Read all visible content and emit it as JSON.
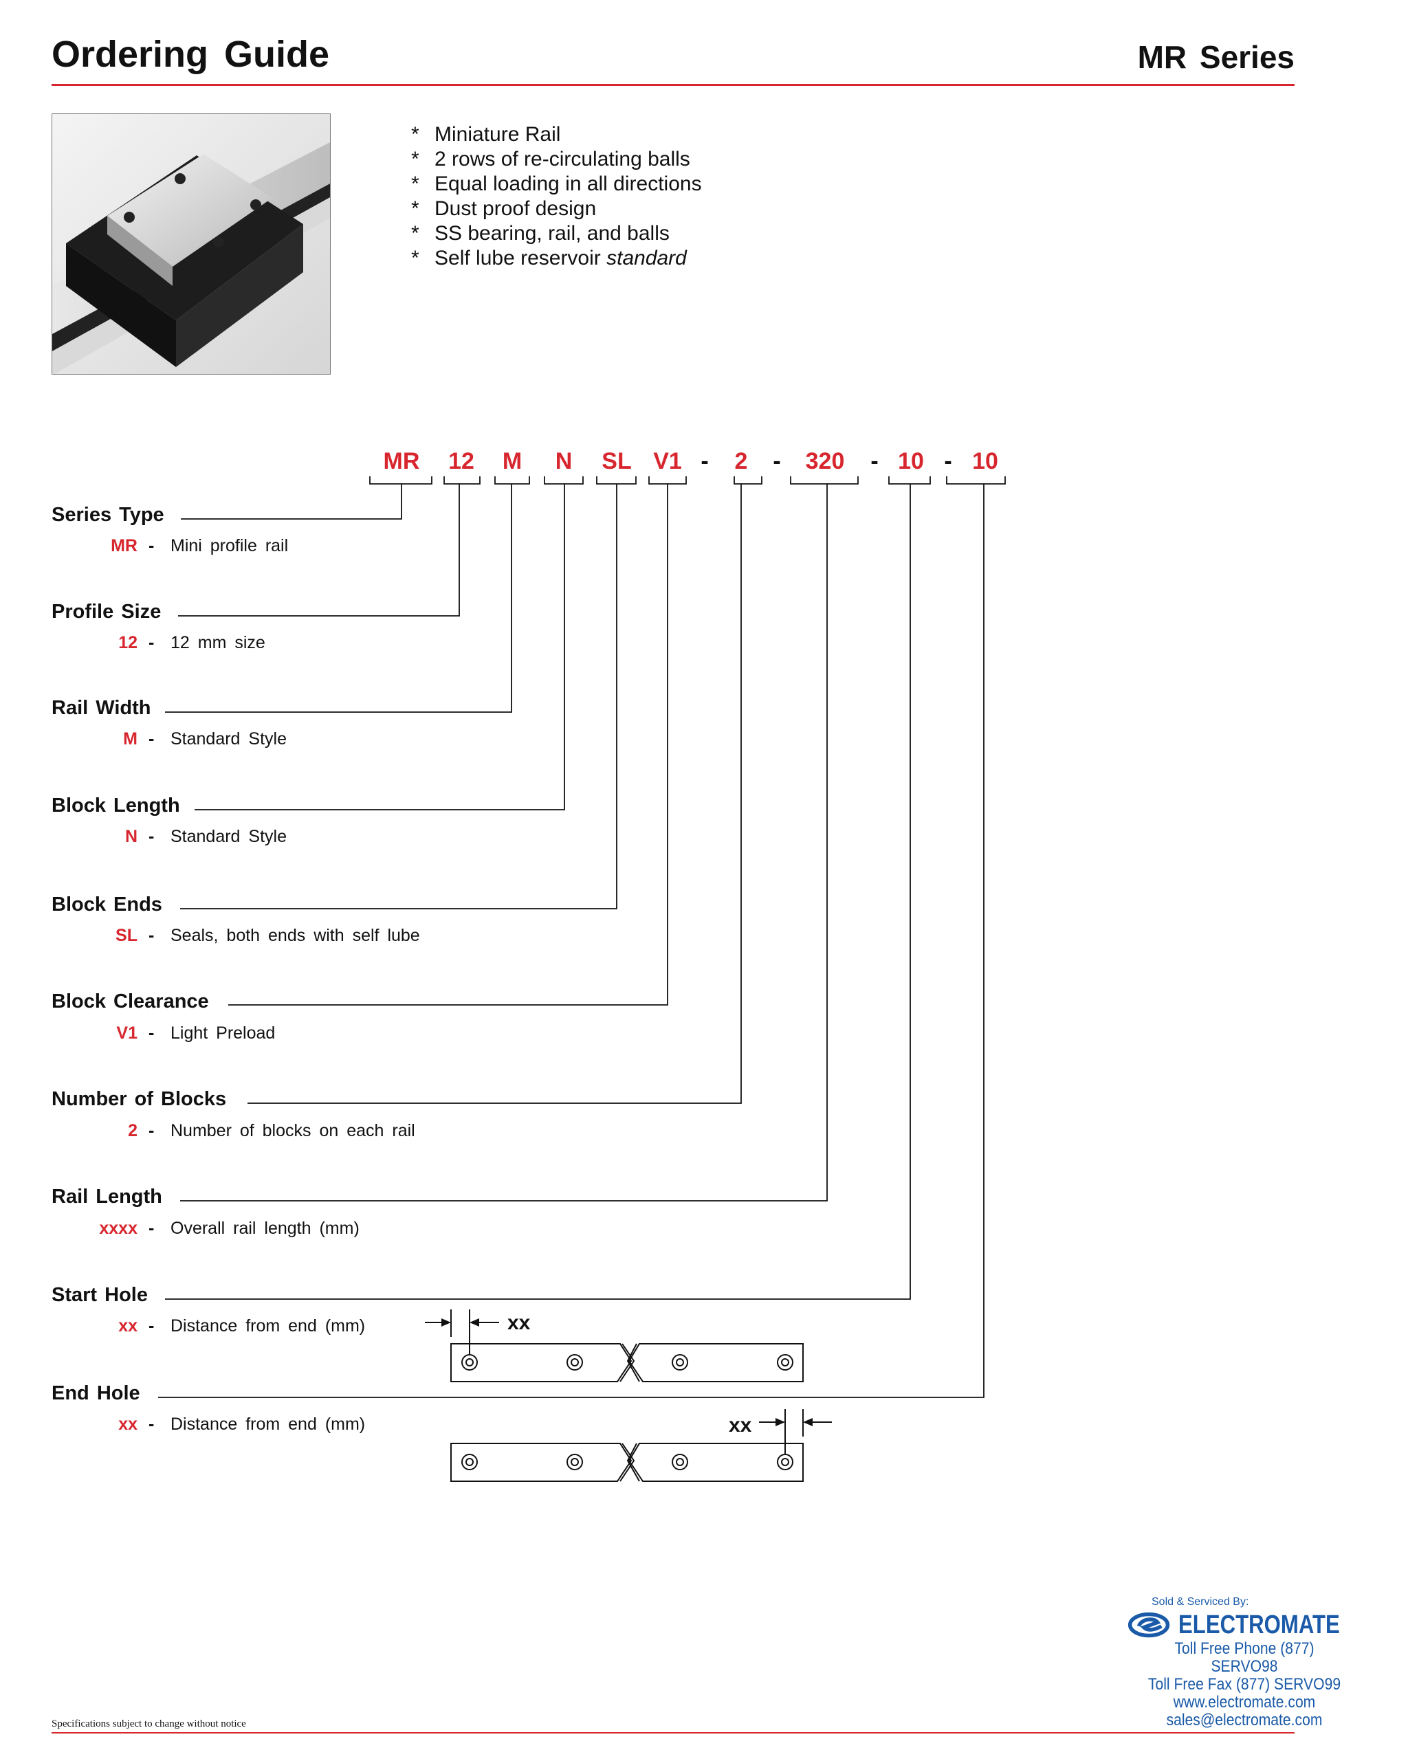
{
  "header": {
    "title": "Ordering Guide",
    "series": "MR Series",
    "accent_color": "#d8262e"
  },
  "features": [
    {
      "bullet": "*",
      "text": "Miniature Rail"
    },
    {
      "bullet": "*",
      "text": "2 rows of re-circulating balls"
    },
    {
      "bullet": "*",
      "text": "Equal loading in all directions"
    },
    {
      "bullet": "*",
      "text": "Dust proof design"
    },
    {
      "bullet": "*",
      "text": "SS bearing, rail, and balls"
    },
    {
      "bullet": "*",
      "text": "Self lube reservoir ",
      "italic": "standard"
    }
  ],
  "code_parts": [
    "MR",
    "12",
    "M",
    "N",
    "SL",
    "V1",
    "2",
    "320",
    "10",
    "10"
  ],
  "code_separator": "-",
  "sections": [
    {
      "label": "Series Type",
      "code": "MR",
      "dash": "-",
      "desc": "Mini profile rail"
    },
    {
      "label": "Profile Size",
      "code": "12",
      "dash": "-",
      "desc": "12 mm size"
    },
    {
      "label": "Rail Width",
      "code": "M",
      "dash": "-",
      "desc": "Standard Style"
    },
    {
      "label": "Block Length",
      "code": "N",
      "dash": "-",
      "desc": "Standard Style"
    },
    {
      "label": "Block Ends",
      "code": "SL",
      "dash": "-",
      "desc": "Seals, both ends with self lube"
    },
    {
      "label": "Block Clearance",
      "code": "V1",
      "dash": "-",
      "desc": "Light Preload"
    },
    {
      "label": "Number of Blocks",
      "code": "2",
      "dash": "-",
      "desc": "Number of blocks on each rail"
    },
    {
      "label": "Rail Length",
      "code": "xxxx",
      "dash": "-",
      "desc": "Overall rail length (mm)"
    },
    {
      "label": "Start Hole",
      "code": "xx",
      "dash": "-",
      "desc": "Distance from end (mm)"
    },
    {
      "label": "End Hole",
      "code": "xx",
      "dash": "-",
      "desc": "Distance from end (mm)"
    }
  ],
  "rail_diagrams": {
    "start_dim_label": "xx",
    "end_dim_label": "xx"
  },
  "footer": {
    "note": "Specifications subject to change without notice"
  },
  "distributor": {
    "sold_by": "Sold & Serviced By:",
    "brand": "ELECTROMATE",
    "phone": "Toll Free Phone (877) SERVO98",
    "fax": "Toll Free Fax (877) SERVO99",
    "web": "www.electromate.com",
    "email": "sales@electromate.com",
    "brand_color": "#1a5aa8"
  }
}
